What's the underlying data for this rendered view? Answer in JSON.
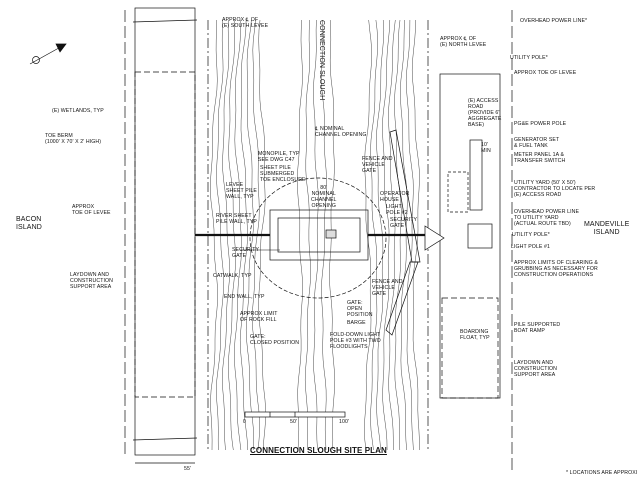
{
  "title": "CONNECTION SLOUGH SITE PLAN",
  "footnote": "* LOCATIONS ARE APPROXI",
  "waterway": "CONNECTION SLOUGH",
  "islands": {
    "left": "BACON\nISLAND",
    "right": "MANDEVILLE\nISLAND"
  },
  "dimension_55": "55'",
  "scale_labels": [
    "0",
    "50'",
    "100'"
  ],
  "labels": {
    "south_levee": "APPROX ℄ OF\n(E) SOUTH LEVEE",
    "north_levee": "APPROX ℄ OF\n(E) NORTH LEVEE",
    "power_line_top": "OVERHEAD POWER LINE*",
    "utility_pole_top": "UTILITY POLE*",
    "toe_levee_right": "APPROX TOE OF LEVEE",
    "wetlands": "(E) WETLANDS, TYP",
    "toe_berm": "TOE BERM\n(1000' X 70' X 2' HIGH)",
    "access_road": "(E) ACCESS\nROAD\n(PROVIDE 6\"\nAGGREGATE\nBASE)",
    "nominal_channel_opening": "℄ NOMINAL\nCHANNEL OPENING",
    "monopile": "MONOPILE, TYP\nSEE DWG C47",
    "sheet_pile": "SHEET PILE\nSUBMERGED\nTOE ENCLOSURE",
    "pge_pole": "PG&E POWER POLE",
    "ten_min": "10'\nMIN",
    "generator": "GENERATOR SET\n& FUEL TANK",
    "meter_panel": "METER PANEL 1A &\nTRANSFER SWITCH",
    "fence_gate_top": "FENCE AND\nVEHICLE\nGATE",
    "nominal_80": "80'\nNOMINAL\nCHANNEL\nOPENING",
    "levee_sheet_pile": "LEVEE\nSHEET PILE\nWALL, TYP",
    "operator_house": "OPERATOR\nHOUSE",
    "light_pole_2": "LIGHT\nPOLE #2",
    "utility_yard": "UTILITY YARD (50' X 50')\nCONTRACTOR TO LOCATE PER\n(E) ACCESS ROAD",
    "toe_levee_left": "APPROX\nTOE OF LEVEE",
    "river_sheet_pile": "RIVER SHEET\nPILE WALL, TYP",
    "security_gate_right": "SECURITY\nGATE",
    "overhead_power_line": "OVERHEAD POWER LINE\nTO UTILITY YARD\n(ACTUAL ROUTE TBD)",
    "utility_pole_mid": "UTILITY POLE*",
    "light_pole_1": "LIGHT POLE #1",
    "security_gate_left": "SECURITY\nGATE",
    "clearing": "APPROX LIMITS OF CLEARING &\nGRUBBING AS NECESSARY FOR\nCONSTRUCTION OPERATIONS",
    "laydown_left": "LAYDOWN AND\nCONSTRUCTION\nSUPPORT AREA",
    "catwalk": "CATWALK, TYP",
    "fence_gate_bottom": "FENCE AND\nVEHICLE\nGATE",
    "end_wall": "END WALL, TYP",
    "rock_fill": "APPROX LIMIT\nOF ROCK FILL",
    "gate_open": "GATE:\nOPEN\nPOSITION",
    "barge": "BARGE",
    "gate_closed": "GATE:\nCLOSED POSITION",
    "boarding_float": "BOARDING\nFLOAT, TYP",
    "fold_down_light": "FOLD-DOWN LIGHT\nPOLE #3 WITH TWO\nFLOODLIGHTS",
    "pile_supported": "PILE SUPPORTED\nBOAT RAMP",
    "laydown_right": "LAYDOWN AND\nCONSTRUCTION\nSUPPORT AREA"
  }
}
